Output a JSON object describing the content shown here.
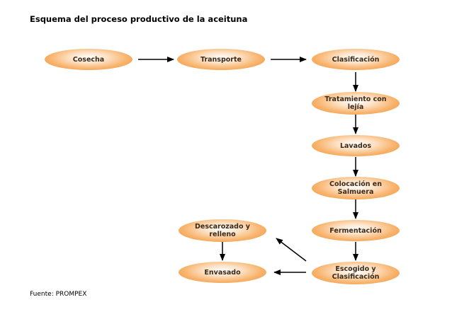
{
  "title": "Esquema del proceso productivo de la aceituna",
  "source": "Fuente: PROMPEX",
  "nodes": {
    "cosecha": "Cosecha",
    "transporte": "Transporte",
    "clasificacion": "Clasificación",
    "tratamiento": "Tratamiento con lejía",
    "lavados": "Lavados",
    "colocacion": "Colocación en Salmuera",
    "fermentacion": "Fermentación",
    "escogido": "Escogido y Clasificación",
    "descarozado": "Descarozado y relleno",
    "envasado": "Envasado"
  },
  "colors": {
    "node_fill": "#f8b46e",
    "node_edge": "#ef8e2f",
    "arrow": "#000000"
  }
}
